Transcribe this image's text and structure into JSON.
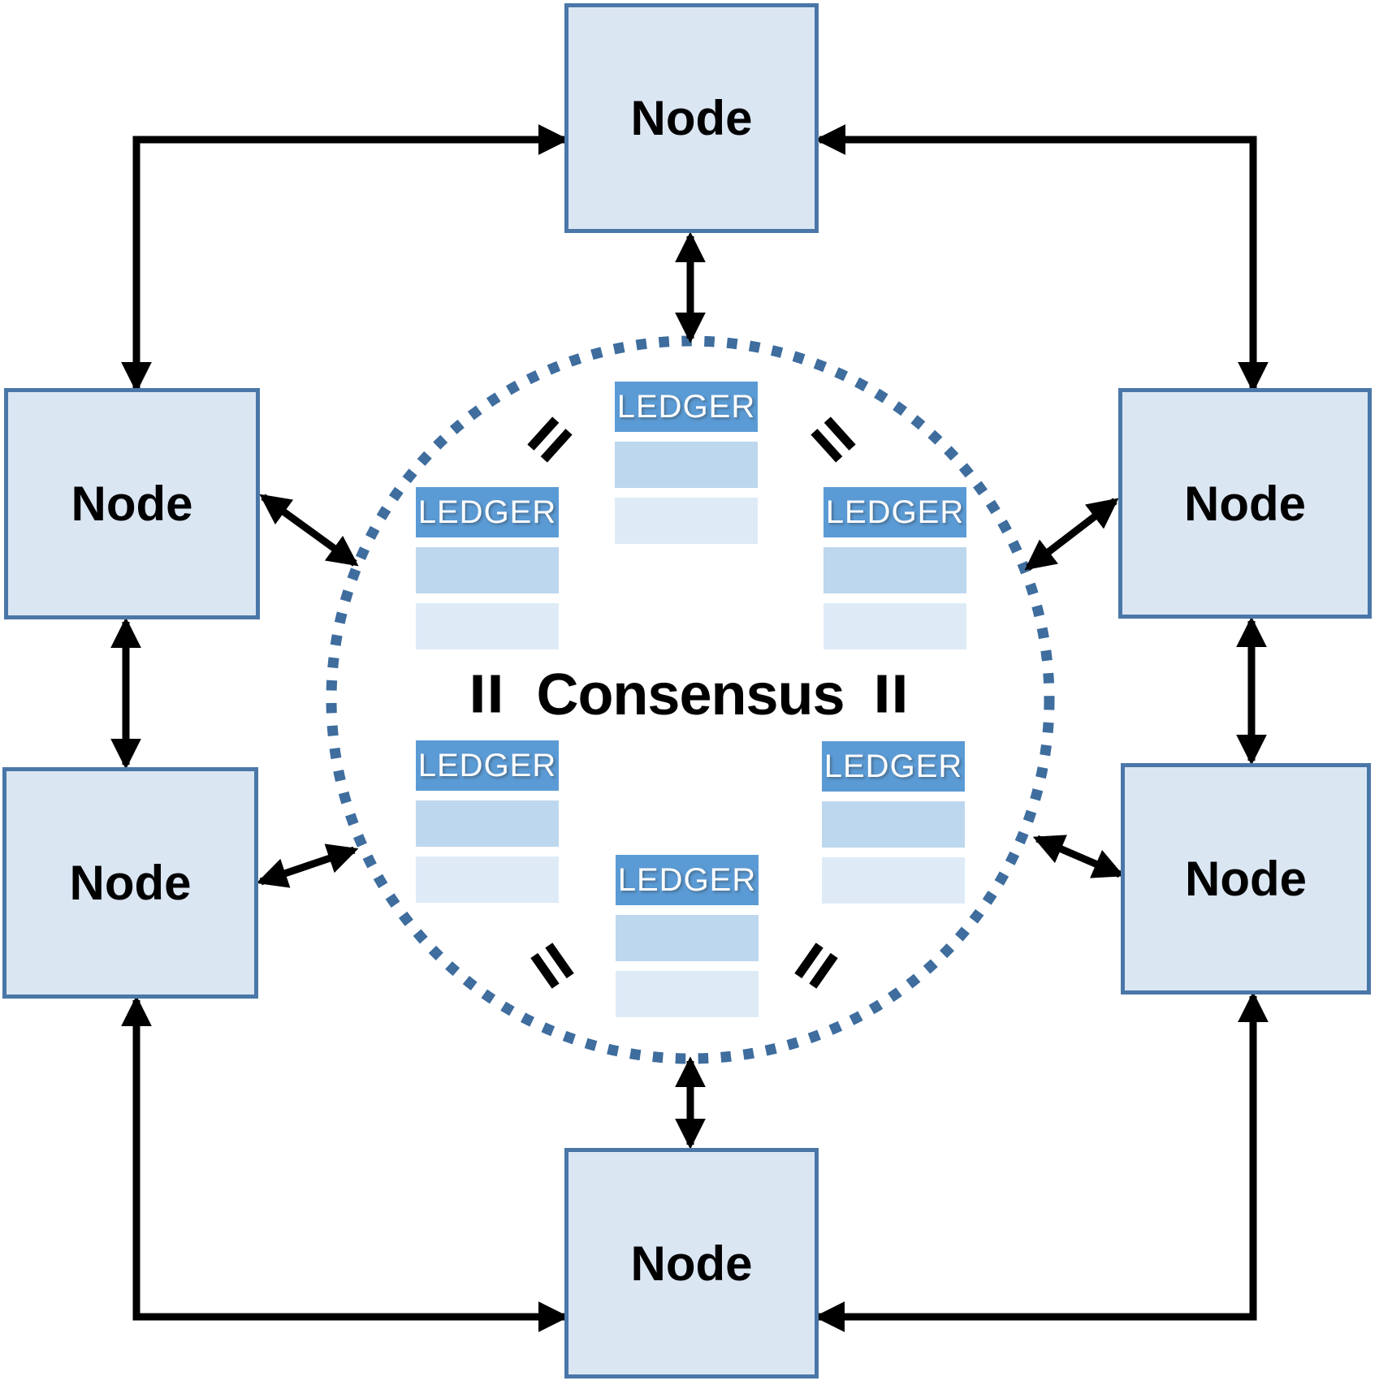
{
  "diagram": {
    "nodes": [
      {
        "id": "top",
        "label": "Node"
      },
      {
        "id": "upper-left",
        "label": "Node"
      },
      {
        "id": "lower-left",
        "label": "Node"
      },
      {
        "id": "upper-right",
        "label": "Node"
      },
      {
        "id": "lower-right",
        "label": "Node"
      },
      {
        "id": "bottom",
        "label": "Node"
      }
    ],
    "center": {
      "label": "Consensus"
    },
    "ledgers": [
      {
        "id": "top-center",
        "label": "LEDGER"
      },
      {
        "id": "left-upper",
        "label": "LEDGER"
      },
      {
        "id": "right-upper",
        "label": "LEDGER"
      },
      {
        "id": "left-lower",
        "label": "LEDGER"
      },
      {
        "id": "right-lower",
        "label": "LEDGER"
      },
      {
        "id": "bottom-center",
        "label": "LEDGER"
      }
    ],
    "colors": {
      "node_fill": "#dbe6f3",
      "node_border": "#4a77a8",
      "ledger_header": "#5b9bd5",
      "ledger_row1": "#bdd7ee",
      "ledger_row2": "#deebf7",
      "circle_dot": "#3e6d9e",
      "arrow": "#000000"
    }
  }
}
